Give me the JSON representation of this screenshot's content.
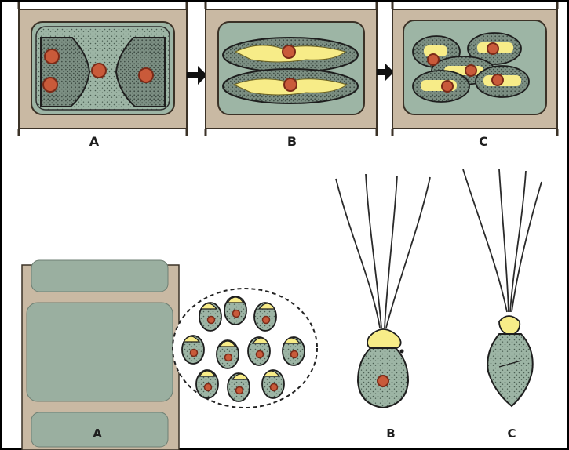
{
  "colors": {
    "cell_fill": "#9db5a5",
    "cell_stipple": "#4a5e52",
    "wall": "#c9b9a3",
    "wall_outline": "#3b3227",
    "plastid_yellow": "#f7ec88",
    "nucleus": "#c95a3a",
    "nucleus_ring": "#7a2a18",
    "plain_cell": "#9aafa0",
    "plain_cell_outline": "#6e7f73",
    "zoospore_fill": "#8aa597",
    "flagellum": "#2a2a2a",
    "border": "#000000"
  },
  "top_row": {
    "labels": [
      "A",
      "B",
      "C"
    ],
    "arrows": [
      "right-arrow-icon",
      "right-arrow-icon"
    ]
  },
  "bottom_row": {
    "labels": [
      "A",
      "B",
      "C"
    ]
  }
}
